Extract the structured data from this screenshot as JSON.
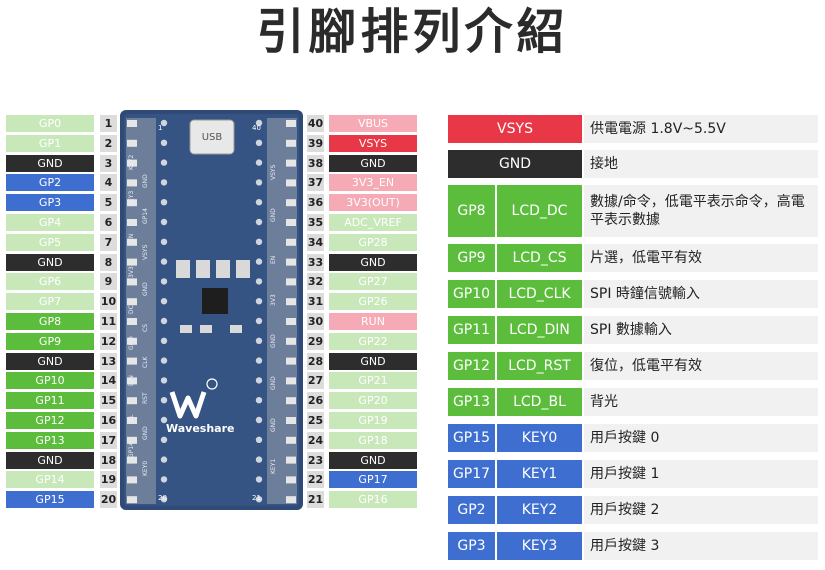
{
  "title": "引腳排列介紹",
  "board": {
    "logo_text": "Waveshare",
    "usb_label": "USB",
    "left_silk": [
      "KEY2",
      "GND",
      "KEY3",
      "GP14",
      "EN",
      "VSYS",
      "3V3",
      "GND",
      "DC",
      "CS",
      "GND",
      "CLK",
      "DIN",
      "RST",
      "BL",
      "GND",
      "GP14",
      "KEY0"
    ],
    "right_silk": [
      "VSYS",
      "GND",
      "EN",
      "3V3",
      "GND",
      "GND",
      "GND",
      "KEY1"
    ],
    "top_numbers": [
      "1",
      "40"
    ],
    "bottom_numbers": [
      "20",
      "21"
    ]
  },
  "left_pins": [
    {
      "label": "GP0",
      "num": "1",
      "color": "lg"
    },
    {
      "label": "GP1",
      "num": "2",
      "color": "lg"
    },
    {
      "label": "GND",
      "num": "3",
      "color": "k"
    },
    {
      "label": "GP2",
      "num": "4",
      "color": "b"
    },
    {
      "label": "GP3",
      "num": "5",
      "color": "b"
    },
    {
      "label": "GP4",
      "num": "6",
      "color": "lg"
    },
    {
      "label": "GP5",
      "num": "7",
      "color": "lg"
    },
    {
      "label": "GND",
      "num": "8",
      "color": "k"
    },
    {
      "label": "GP6",
      "num": "9",
      "color": "lg"
    },
    {
      "label": "GP7",
      "num": "10",
      "color": "lg"
    },
    {
      "label": "GP8",
      "num": "11",
      "color": "g"
    },
    {
      "label": "GP9",
      "num": "12",
      "color": "g"
    },
    {
      "label": "GND",
      "num": "13",
      "color": "k"
    },
    {
      "label": "GP10",
      "num": "14",
      "color": "g"
    },
    {
      "label": "GP11",
      "num": "15",
      "color": "g"
    },
    {
      "label": "GP12",
      "num": "16",
      "color": "g"
    },
    {
      "label": "GP13",
      "num": "17",
      "color": "g"
    },
    {
      "label": "GND",
      "num": "18",
      "color": "k"
    },
    {
      "label": "GP14",
      "num": "19",
      "color": "lg"
    },
    {
      "label": "GP15",
      "num": "20",
      "color": "b"
    }
  ],
  "right_pins": [
    {
      "label": "VBUS",
      "num": "40",
      "color": "p"
    },
    {
      "label": "VSYS",
      "num": "39",
      "color": "r"
    },
    {
      "label": "GND",
      "num": "38",
      "color": "k"
    },
    {
      "label": "3V3_EN",
      "num": "37",
      "color": "p"
    },
    {
      "label": "3V3(OUT)",
      "num": "36",
      "color": "p"
    },
    {
      "label": "ADC_VREF",
      "num": "35",
      "color": "lg"
    },
    {
      "label": "GP28",
      "num": "34",
      "color": "lg"
    },
    {
      "label": "GND",
      "num": "33",
      "color": "k"
    },
    {
      "label": "GP27",
      "num": "32",
      "color": "lg"
    },
    {
      "label": "GP26",
      "num": "31",
      "color": "lg"
    },
    {
      "label": "RUN",
      "num": "30",
      "color": "p"
    },
    {
      "label": "GP22",
      "num": "29",
      "color": "lg"
    },
    {
      "label": "GND",
      "num": "28",
      "color": "k"
    },
    {
      "label": "GP21",
      "num": "27",
      "color": "lg"
    },
    {
      "label": "GP20",
      "num": "26",
      "color": "lg"
    },
    {
      "label": "GP19",
      "num": "25",
      "color": "lg"
    },
    {
      "label": "GP18",
      "num": "24",
      "color": "lg"
    },
    {
      "label": "GND",
      "num": "23",
      "color": "k"
    },
    {
      "label": "GP17",
      "num": "22",
      "color": "b"
    },
    {
      "label": "GP16",
      "num": "21",
      "color": "lg"
    }
  ],
  "table": [
    {
      "pin": "VSYS",
      "func": "",
      "desc": "供電電源 1.8V~5.5V",
      "color": "r"
    },
    {
      "pin": "GND",
      "func": "",
      "desc": "接地",
      "color": "k"
    },
    {
      "pin": "GP8",
      "func": "LCD_DC",
      "desc": "數據/命令，低電平表示命令，高電平表示數據",
      "color": "g"
    },
    {
      "pin": "GP9",
      "func": "LCD_CS",
      "desc": "片選，低電平有效",
      "color": "g"
    },
    {
      "pin": "GP10",
      "func": "LCD_CLK",
      "desc": "SPI 時鐘信號輸入",
      "color": "g"
    },
    {
      "pin": "GP11",
      "func": "LCD_DIN",
      "desc": "SPI 數據輸入",
      "color": "g"
    },
    {
      "pin": "GP12",
      "func": "LCD_RST",
      "desc": "復位，低電平有效",
      "color": "g"
    },
    {
      "pin": "GP13",
      "func": "LCD_BL",
      "desc": "背光",
      "color": "g"
    },
    {
      "pin": "GP15",
      "func": "KEY0",
      "desc": "用戶按鍵 0",
      "color": "b"
    },
    {
      "pin": "GP17",
      "func": "KEY1",
      "desc": "用戶按鍵 1",
      "color": "b"
    },
    {
      "pin": "GP2",
      "func": "KEY2",
      "desc": "用戶按鍵 2",
      "color": "b"
    },
    {
      "pin": "GP3",
      "func": "KEY3",
      "desc": "用戶按鍵 3",
      "color": "b"
    }
  ]
}
